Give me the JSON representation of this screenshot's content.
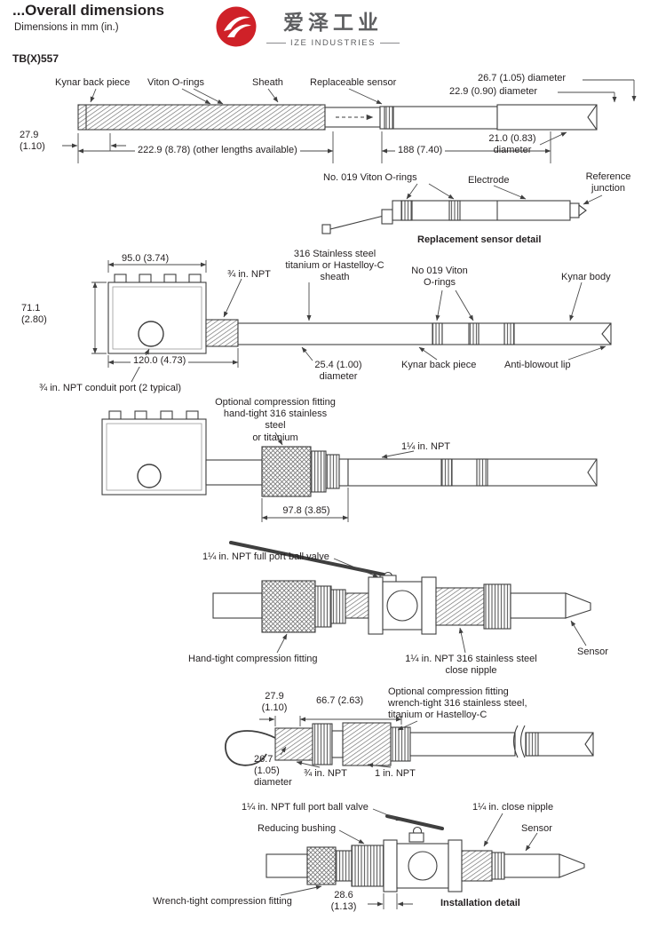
{
  "header": {
    "title": "...Overall dimensions",
    "subtitle": "Dimensions in mm (in.)",
    "model": "TB(X)557"
  },
  "logo": {
    "cn": "爱泽工业",
    "en": "IZE INDUSTRIES",
    "accent_color": "#cf2128",
    "icon": "ize-circle-swoosh-icon"
  },
  "diagram1": {
    "kynar_back_piece": "Kynar back piece",
    "viton_orings": "Viton O-rings",
    "sheath": "Sheath",
    "replaceable_sensor": "Replaceable sensor",
    "dia_26_7": "26.7 (1.05) diameter",
    "dia_22_9": "22.9 (0.90) diameter",
    "dim_27_9": "27.9\n(1.10)",
    "dim_222_9": "222.9 (8.78) (other lengths available)",
    "dim_188": "188 (7.40)",
    "dia_21_0": "21.0 (0.83)\ndiameter"
  },
  "diagram2": {
    "viton_orings": "No. 019 Viton O-rings",
    "electrode": "Electrode",
    "reference_junction": "Reference\njunction",
    "caption": "Replacement sensor detail"
  },
  "diagram3": {
    "dim_95_0": "95.0 (3.74)",
    "npt_3_4": "¾ in. NPT",
    "sheath_material": "316 Stainless steel\ntitanium or Hastelloy-C\nsheath",
    "viton_orings": "No 019 Viton\nO-rings",
    "kynar_body": "Kynar body",
    "dim_71_1": "71.1\n(2.80)",
    "dim_120_0": "120.0 (4.73)",
    "conduit_port": "¾ in. NPT conduit port (2 typical)",
    "dia_25_4": "25.4 (1.00)\ndiameter",
    "kynar_back_piece": "Kynar back piece",
    "anti_blowout_lip": "Anti-blowout lip"
  },
  "diagram4": {
    "compression_fitting": "Optional compression fitting\nhand-tight 316 stainless steel\nor titanium",
    "npt_1_1_4": "1¼ in. NPT",
    "dim_97_8": "97.8 (3.85)"
  },
  "diagram5": {
    "ball_valve": "1¼ in. NPT full port ball valve",
    "compression_fitting": "Hand-tight compression fitting",
    "close_nipple": "1¼ in. NPT 316 stainless steel\nclose nipple",
    "sensor": "Sensor"
  },
  "diagram6": {
    "dim_27_9": "27.9\n(1.10)",
    "dim_66_7": "66.7 (2.63)",
    "compression_fitting": "Optional compression fitting\nwrench-tight 316 stainless steel,\ntitanium or Hastelloy-C",
    "dia_26_7": "26.7\n(1.05)\ndiameter",
    "npt_3_4": "¾ in. NPT",
    "npt_1": "1 in. NPT"
  },
  "diagram7": {
    "ball_valve": "1¼ in. NPT full port ball valve",
    "close_nipple": "1¼ in. close nipple",
    "reducing_bushing": "Reducing bushing",
    "sensor": "Sensor",
    "compression_fitting": "Wrench-tight compression fitting",
    "dim_28_6": "28.6\n(1.13)",
    "caption": "Installation detail"
  }
}
